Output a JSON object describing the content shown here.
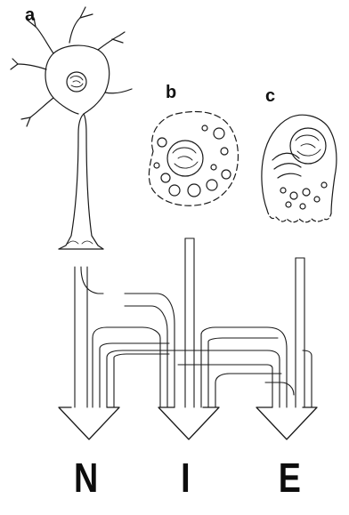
{
  "panels": {
    "a": "a",
    "b": "b",
    "c": "c"
  },
  "systems": {
    "n": "N",
    "i": "I",
    "e": "E"
  },
  "icons": {
    "neuron": "neuron-cell-drawing",
    "immune_cell": "round-cell-drawing",
    "endocrine_cell": "secretory-cell-drawing"
  },
  "colors": {
    "ink": "#1a1a1a",
    "background": "#ffffff"
  }
}
